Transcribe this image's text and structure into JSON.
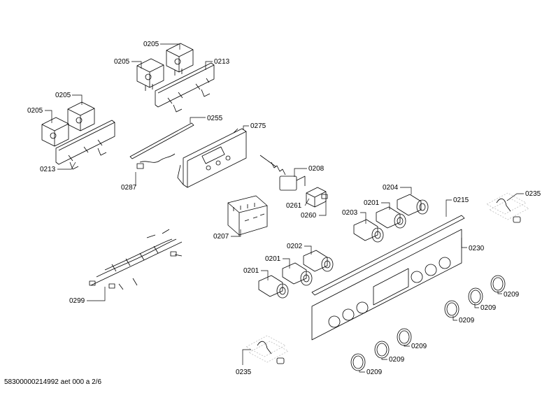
{
  "footer": "58300000214992 aet 000 a 2/6",
  "colors": {
    "line": "#000000",
    "box": "#bfbfbf"
  },
  "callouts": [
    {
      "id": "c1",
      "label": "0205"
    },
    {
      "id": "c2",
      "label": "0205"
    },
    {
      "id": "c3",
      "label": "0213"
    },
    {
      "id": "c4",
      "label": "0205"
    },
    {
      "id": "c5",
      "label": "0205"
    },
    {
      "id": "c6",
      "label": "0213"
    },
    {
      "id": "c7",
      "label": "0255"
    },
    {
      "id": "c8",
      "label": "0275"
    },
    {
      "id": "c9",
      "label": "0287"
    },
    {
      "id": "c10",
      "label": "0208"
    },
    {
      "id": "c11",
      "label": "0261"
    },
    {
      "id": "c12",
      "label": "0260"
    },
    {
      "id": "c13",
      "label": "0204"
    },
    {
      "id": "c14",
      "label": "0201"
    },
    {
      "id": "c15",
      "label": "0203"
    },
    {
      "id": "c16",
      "label": "0215"
    },
    {
      "id": "c17",
      "label": "0235"
    },
    {
      "id": "c18",
      "label": "0207"
    },
    {
      "id": "c19",
      "label": "0230"
    },
    {
      "id": "c20",
      "label": "0202"
    },
    {
      "id": "c21",
      "label": "0201"
    },
    {
      "id": "c22",
      "label": "0201"
    },
    {
      "id": "c23",
      "label": "0299"
    },
    {
      "id": "c24",
      "label": "0209"
    },
    {
      "id": "c25",
      "label": "0209"
    },
    {
      "id": "c26",
      "label": "0209"
    },
    {
      "id": "c27",
      "label": "0209"
    },
    {
      "id": "c28",
      "label": "0209"
    },
    {
      "id": "c29",
      "label": "0209"
    },
    {
      "id": "c30",
      "label": "0235"
    }
  ]
}
